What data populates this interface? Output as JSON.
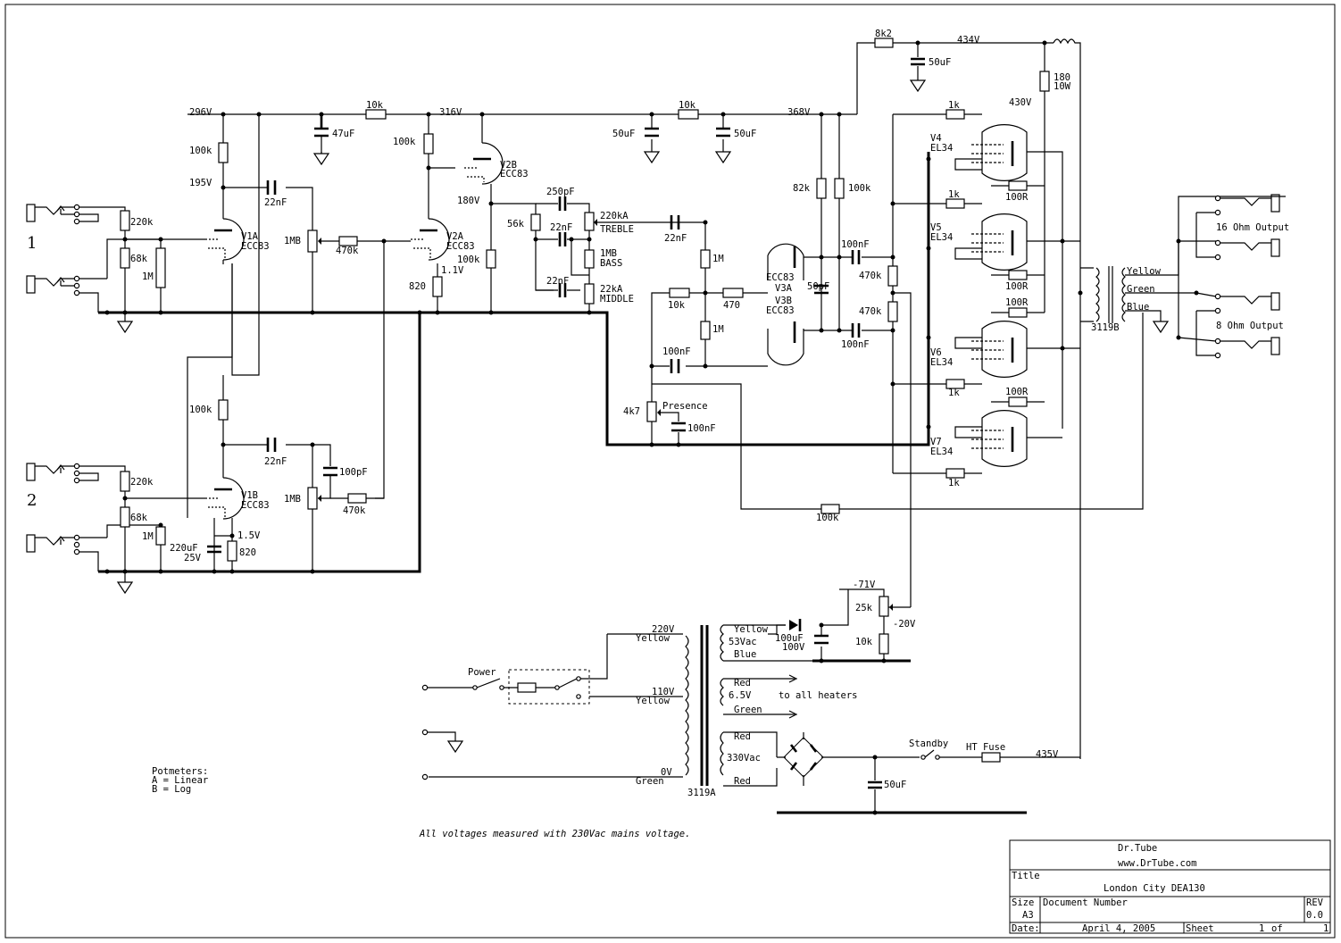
{
  "inputs": {
    "input1": "1",
    "input2": "2"
  },
  "rails": {
    "b1": "296V",
    "b2": "316V",
    "b3": "368V",
    "b4": "434V",
    "b5": "430V",
    "b6": "435V",
    "v1a_plate": "195V",
    "v2b_plate": "180V",
    "v2a_cathode": "1.1V",
    "v1_cathode": "1.5V",
    "bias_neg": "-71V",
    "bias_set": "-20V"
  },
  "tubes": {
    "v1a": [
      "V1A",
      "ECC83"
    ],
    "v1b": [
      "V1B",
      "ECC83"
    ],
    "v2a": [
      "V2A",
      "ECC83"
    ],
    "v2b": [
      "V2B",
      "ECC83"
    ],
    "v3a": [
      "ECC83",
      "V3A"
    ],
    "v3b": [
      "V3B",
      "ECC83"
    ],
    "v4": [
      "V4",
      "EL34"
    ],
    "v5": [
      "V5",
      "EL34"
    ],
    "v6": [
      "V6",
      "EL34"
    ],
    "v7": [
      "V7",
      "EL34"
    ]
  },
  "components": {
    "r220k_a": "220k",
    "r68k_a": "68k",
    "r1m_a": "1M",
    "r220k_b": "220k",
    "r68k_b": "68k",
    "r1m_b": "1M",
    "r100k_v1a": "100k",
    "r100k_v1b": "100k",
    "c22nf_1": "22nF",
    "c22nf_2": "22nF",
    "pot1mb_1": "1MB",
    "pot1mb_2": "1MB",
    "r470k_1": "470k",
    "r470k_2": "470k",
    "c100pf": "100pF",
    "c220uf": "220uF",
    "c25v": "25V",
    "r820_1": "820",
    "r820_2": "820",
    "r10k_1": "10k",
    "r10k_2": "10k",
    "c47uf": "47uF",
    "c50uf_1": "50uF",
    "c50uf_2": "50uF",
    "c50uf_3": "50uF",
    "c50uf_4": "50uF",
    "r100k_v2a": "100k",
    "r100k_v2b": "100k",
    "r8k2": "8k2",
    "r180": "180",
    "r10w": "10W",
    "c250pf": "250pF",
    "r56k": "56k",
    "c22nf_t": "22nF",
    "c22nf_b": "22nF",
    "c22nf_m": "22nF",
    "pot_treble": "220kA",
    "treble": "TREBLE",
    "pot_bass": "1MB",
    "bass": "BASS",
    "pot_mid": "22kA",
    "middle": "MIDDLE",
    "c22nf_pi": "22nF",
    "r1m_pi1": "1M",
    "r1m_pi2": "1M",
    "r10k_pi": "10k",
    "r470_pi": "470",
    "c100nf_pi": "100nF",
    "r4k7": "4k7",
    "presence": "Presence",
    "c100nf_pres": "100nF",
    "r82k": "82k",
    "r100k_pi": "100k",
    "c50pf": "50pF",
    "c100nf_a": "100nF",
    "c100nf_b": "100nF",
    "r470k_g1": "470k",
    "r470k_g2": "470k",
    "r1k_1": "1k",
    "r1k_2": "1k",
    "r1k_3": "1k",
    "r1k_4": "1k",
    "r100r_1": "100R",
    "r100r_2": "100R",
    "r100r_3": "100R",
    "r100r_4": "100R",
    "r100k_fb": "100k",
    "ot": "3119B",
    "pt": "3119A",
    "ot_yellow": "Yellow",
    "ot_green": "Green",
    "ot_blue": "Blue",
    "out16": "16 Ohm Output",
    "out8": "8 Ohm Output",
    "r25k": "25k",
    "r10k_bias": "10k",
    "c100uf": "100uF",
    "c100v": "100V",
    "pt_220v": "220V",
    "pt_yellow1": "Yellow",
    "pt_110v": "110V",
    "pt_yellow2": "Yellow",
    "pt_0v": "0V",
    "pt_green": "Green",
    "power": "Power",
    "sec_yellow": "Yellow",
    "sec_53": "53Vac",
    "sec_blue": "Blue",
    "sec_red1": "Red",
    "sec_65": "6.5V",
    "heaters": "to all heaters",
    "sec_green": "Green",
    "sec_red2": "Red",
    "sec_330": "330Vac",
    "sec_red3": "Red",
    "standby": "Standby",
    "ht_fuse": "HT Fuse",
    "c50uf_ps": "50uF"
  },
  "notes": {
    "pot_title": "Potmeters:",
    "pot_a": "A = Linear",
    "pot_b": "B = Log",
    "voltages": "All voltages measured with 230Vac mains voltage."
  },
  "title_block": {
    "company": "Dr.Tube",
    "website": "www.DrTube.com",
    "title_label": "Title",
    "title": "London City DEA130",
    "size_label": "Size",
    "size": "A3",
    "docnum_label": "Document Number",
    "rev_label": "REV",
    "rev": "0.0",
    "date_label": "Date:",
    "date": "April  4, 2005",
    "sheet_label": "Sheet",
    "sheet": "1",
    "of_label": "of",
    "total": "1"
  }
}
